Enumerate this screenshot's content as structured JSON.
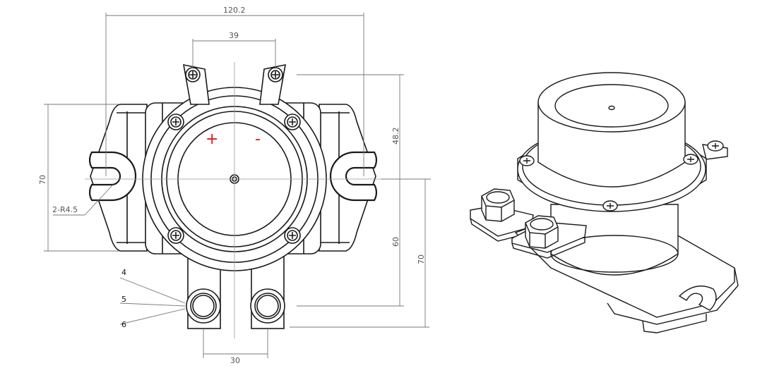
{
  "dimensions": {
    "overall_width": "120.2",
    "terminal_spacing_top": "39",
    "height_upper": "48.2",
    "height_left": "70",
    "radius": "2-R4.5",
    "height_lower": "60",
    "height_right": "70",
    "bolt_spacing": "30"
  },
  "polarity": {
    "positive": "+",
    "negative": "-"
  },
  "part_labels": [
    "4",
    "5",
    "6"
  ],
  "colors": {
    "line": "#1a1a1a",
    "dim": "#777777",
    "polarity": "#e0141e",
    "body_fill": "#f2f2f2",
    "iso_fill": "#efefef"
  }
}
